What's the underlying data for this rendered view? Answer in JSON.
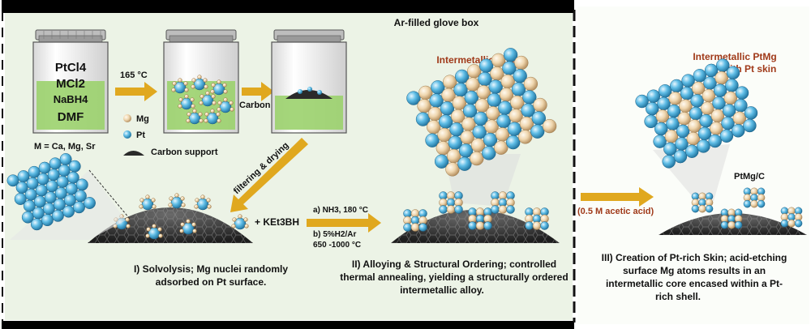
{
  "header": {
    "title": "Ar-filled glove box"
  },
  "vial": {
    "reagents": [
      "PtCl4",
      "MCl2",
      "NaBH4",
      "DMF"
    ],
    "metal_note": "M = Ca, Mg, Sr"
  },
  "legend": {
    "mg": "Mg",
    "pt": "Pt",
    "support": "Carbon support"
  },
  "steps": {
    "temperature": "165 °C",
    "carbon": "Carbon",
    "filtering": "filtering & drying",
    "reducer": "+ KEt3BH",
    "nh3": "a) NH3, 180 °C",
    "h2": "b) 5%H2/Ar",
    "anneal_range": "650 -1000 °C",
    "acid": "(0.5 M acetic acid)"
  },
  "products": {
    "intermetallic": "Intermetallic PtMg",
    "skin_line1": "Intermetallic PtMg",
    "skin_line2": "with Pt skin",
    "support_label": "PtMg/C"
  },
  "captions": {
    "step1": [
      "I) Solvolysis; Mg nuclei randomly",
      "adsorbed on Pt surface."
    ],
    "step2": [
      "II) Alloying & Structural Ordering; controlled",
      "thermal annealing, yielding a structurally ordered",
      "intermetallic alloy."
    ],
    "step3": [
      "III) Creation of Pt-rich Skin; acid-etching",
      "surface Mg atoms results in an",
      "intermetallic core encased within a Pt-",
      "rich shell."
    ]
  },
  "colors": {
    "panel": "#ecf3e6",
    "arrow": "#e0a81f",
    "accent": "#a03a1a",
    "pt": "#3fa5d2",
    "mg": "#e9cfa6",
    "solution": "#9bd16d"
  }
}
